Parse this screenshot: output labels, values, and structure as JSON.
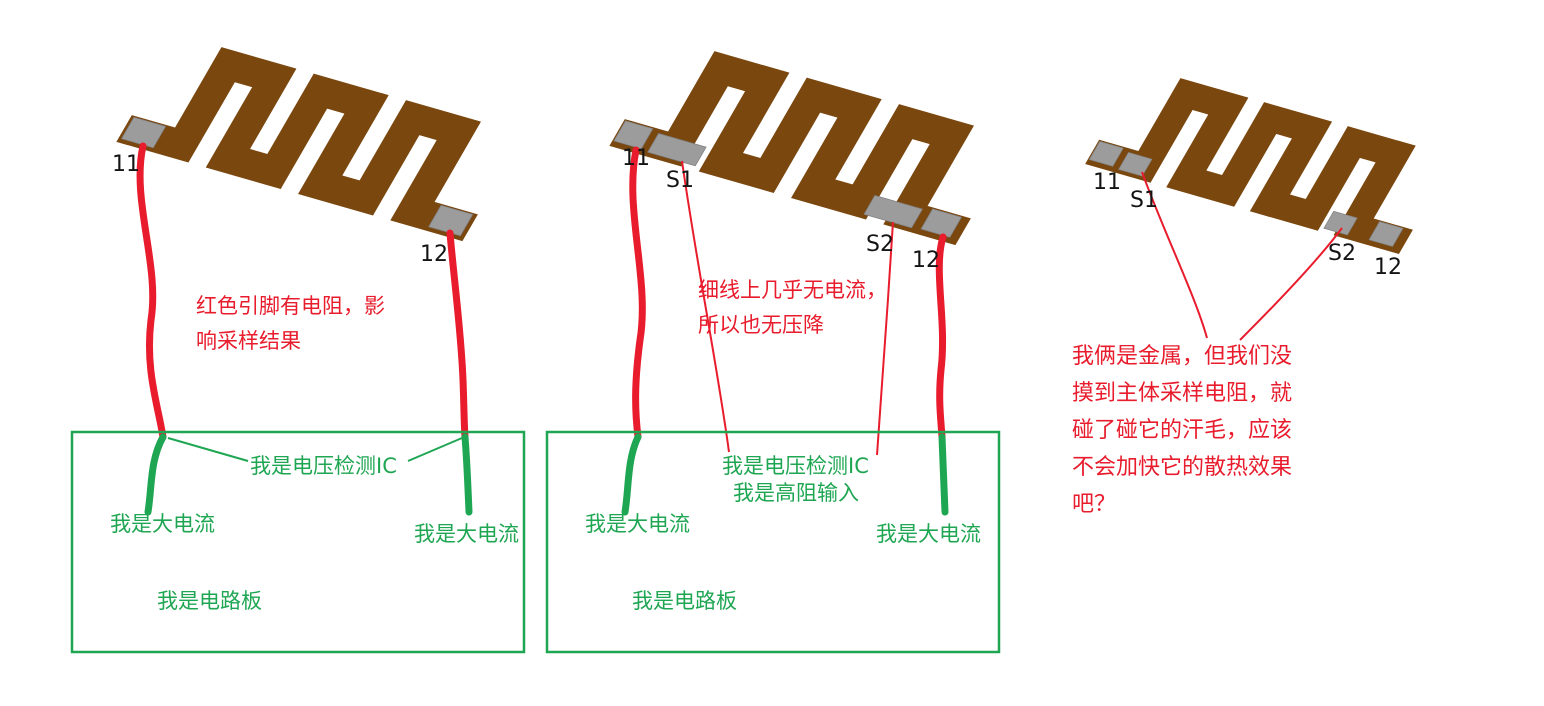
{
  "colors": {
    "copper": "#7a470f",
    "pad": "#9c9c9c",
    "red": "#e81c2c",
    "green": "#1fa653",
    "label": "#141414",
    "background": "#ffffff"
  },
  "panel1": {
    "pad_left_label": "11",
    "pad_right_label": "12",
    "note_line1": "红色引脚有电阻，影",
    "note_line2": "响采样结果",
    "ic_label": "我是电压检测IC",
    "current_left_label": "我是大电流",
    "current_right_label": "我是大电流",
    "board_label": "我是电路板"
  },
  "panel2": {
    "pad_left_label": "11",
    "sense_left_label": "S1",
    "sense_right_label": "S2",
    "pad_right_label": "12",
    "note_line1": "细线上几乎无电流，",
    "note_line2": "所以也无压降",
    "ic_label": "我是电压检测IC",
    "input_label": "我是高阻输入",
    "current_left_label": "我是大电流",
    "current_right_label": "我是大电流",
    "board_label": "我是电路板"
  },
  "panel3": {
    "pad_left_label": "11",
    "sense_left_label": "S1",
    "sense_right_label": "S2",
    "pad_right_label": "12",
    "note_lines": [
      "我俩是金属，但我们没",
      "摸到主体采样电阻，就",
      "碰了碰它的汗毛，应该",
      "不会加快它的散热效果",
      "吧？"
    ]
  }
}
